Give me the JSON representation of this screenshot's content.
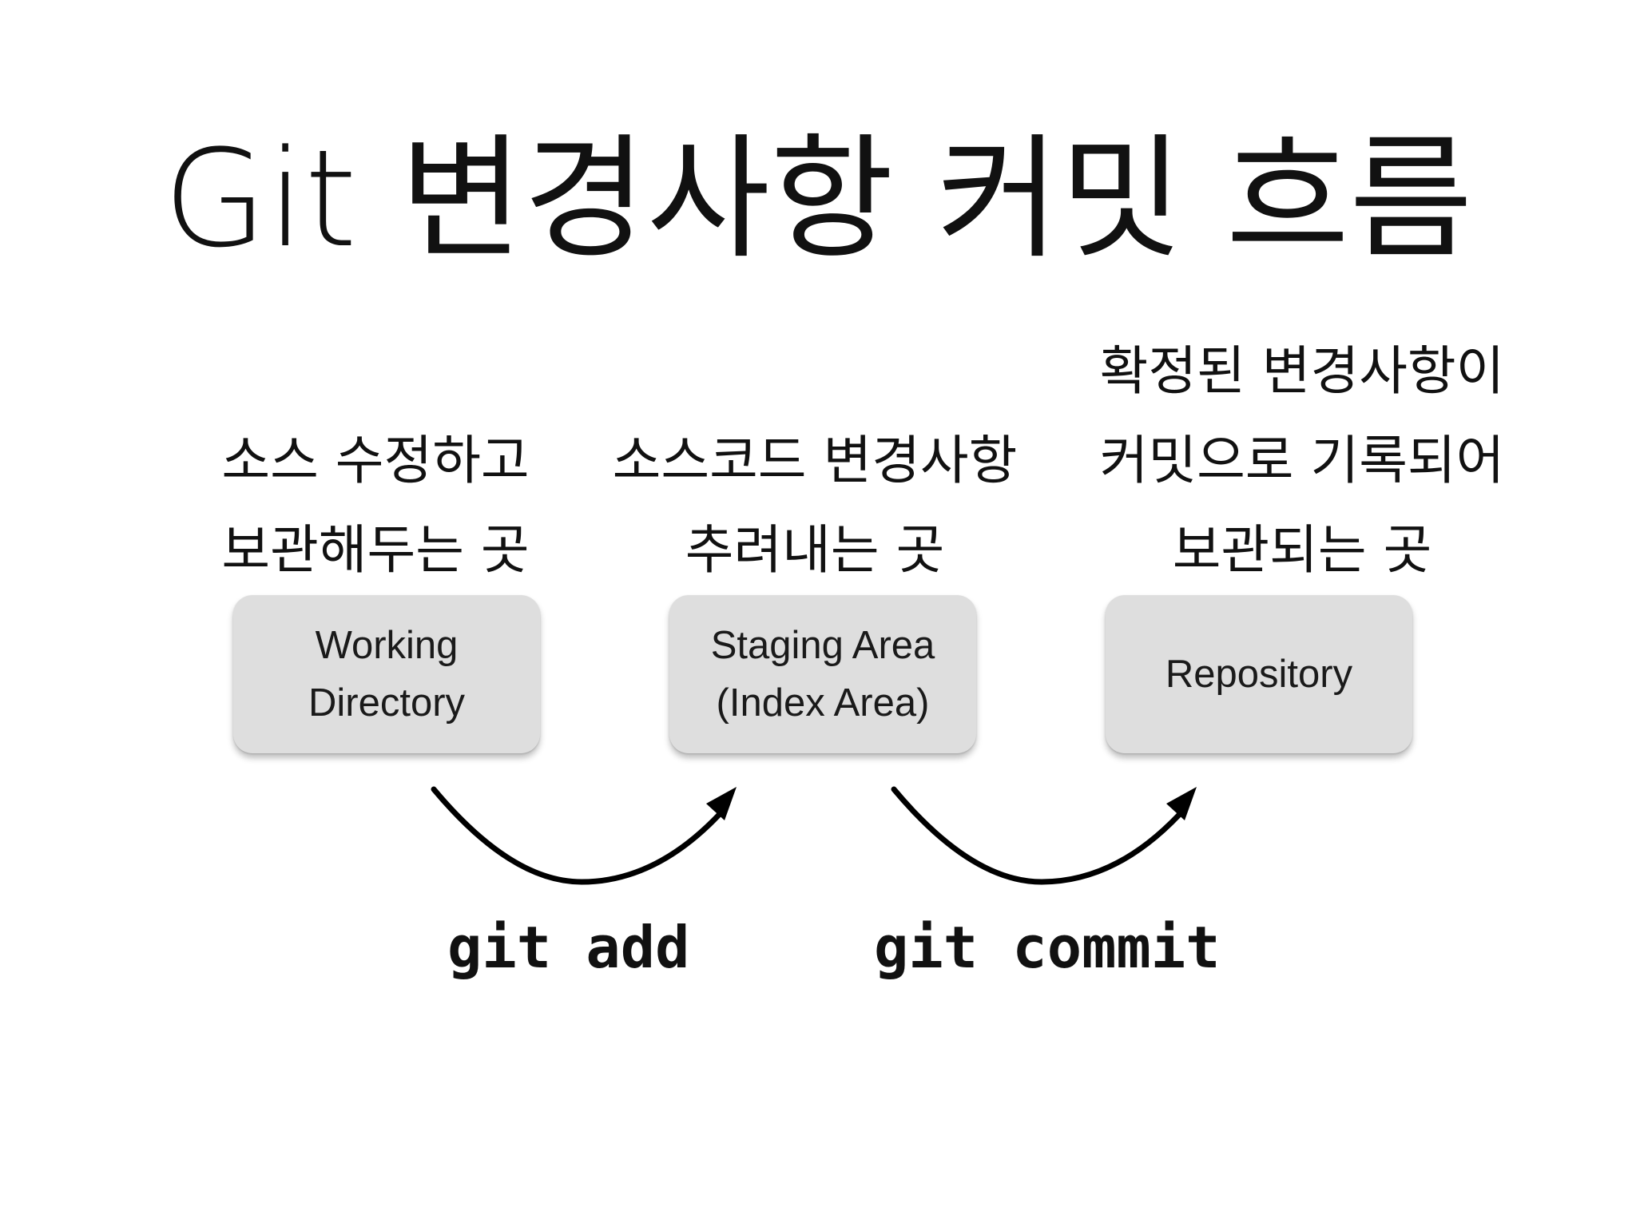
{
  "title": "Git 변경사항 커밋 흐름",
  "stages": [
    {
      "description": [
        "소스 수정하고",
        "보관해두는 곳"
      ],
      "box": [
        "Working",
        "Directory"
      ]
    },
    {
      "description": [
        "소스코드 변경사항",
        "추려내는 곳"
      ],
      "box": [
        "Staging Area",
        "(Index Area)"
      ]
    },
    {
      "description": [
        "확정된 변경사항이",
        "커밋으로 기록되어",
        "보관되는 곳"
      ],
      "box": [
        "Repository"
      ]
    }
  ],
  "commands": {
    "add": "git add",
    "commit": "git commit"
  },
  "colors": {
    "box_fill": "#dedede",
    "text": "#111111",
    "arrow": "#000000"
  }
}
